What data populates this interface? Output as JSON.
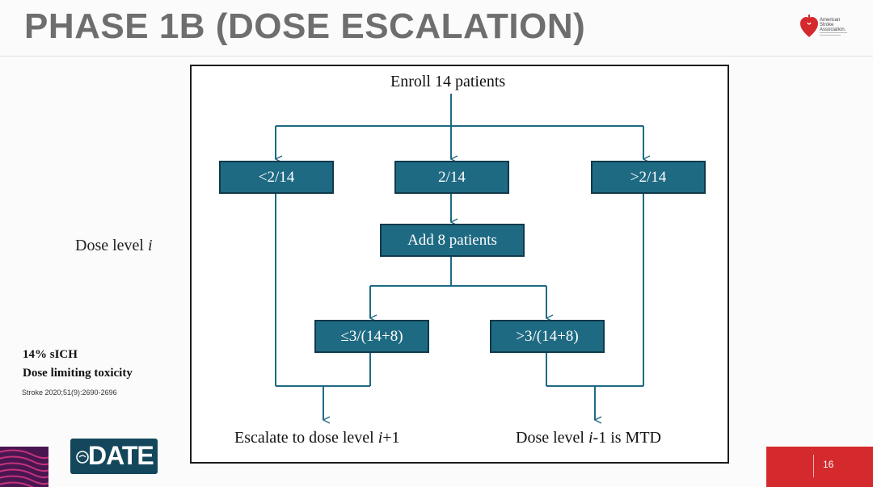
{
  "slide": {
    "title": "PHASE 1B (DOSE ESCALATION)",
    "page_number": "16"
  },
  "logo": {
    "org_name": "American Stroke Association.",
    "brand_color": "#d42a2d"
  },
  "side_label": {
    "text": "Dose level ",
    "italic": "i"
  },
  "notes": {
    "line1": "14% sICH",
    "line2": "Dose limiting toxicity",
    "citation": "Stroke 2020;51(9):2690-2696"
  },
  "flowchart": {
    "start": "Enroll 14 patients",
    "boxes": {
      "lt": "<2/14",
      "eq": "2/14",
      "gt": ">2/14",
      "add": "Add 8 patients",
      "le_total": "≤3/(14+8)",
      "gt_total": ">3/(14+8)"
    },
    "outcomes": {
      "escalate_prefix": "Escalate to dose level ",
      "escalate_var": "i",
      "escalate_suffix": "+1",
      "mtd_prefix": "Dose level ",
      "mtd_var": "i",
      "mtd_suffix": "-1 is MTD"
    },
    "box_color": "#1f6a83"
  },
  "footer": {
    "event_logo": "DATE"
  }
}
